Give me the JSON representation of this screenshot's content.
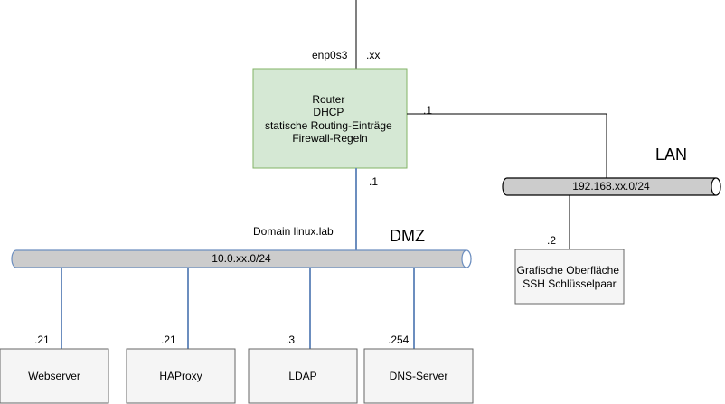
{
  "router": {
    "lines": [
      "Router",
      "DHCP",
      "statische Routing-Einträge",
      "Firewall-Regeln"
    ],
    "iface_label": "enp0s3",
    "ip_top": ".xx",
    "ip_right": ".1",
    "ip_bottom": ".1"
  },
  "dmz": {
    "zone_label": "DMZ",
    "domain_label": "Domain linux.lab",
    "network": "10.0.xx.0/24"
  },
  "lan": {
    "zone_label": "LAN",
    "network": "192.168.xx.0/24"
  },
  "client": {
    "lines": [
      "Grafische Oberfläche",
      "SSH Schlüsselpaar"
    ],
    "ip": ".2"
  },
  "servers": [
    {
      "name": "Webserver",
      "ip": ".21"
    },
    {
      "name": "HAProxy",
      "ip": ".21"
    },
    {
      "name": "LDAP",
      "ip": ".3"
    },
    {
      "name": "DNS-Server",
      "ip": ".254"
    }
  ],
  "colors": {
    "router_fill": "#d5e8d4",
    "router_stroke": "#82b366",
    "bus_fill": "#cccccc",
    "server_fill": "#f5f5f5",
    "server_stroke": "#666666",
    "link_blue": "#6c8ebf"
  }
}
